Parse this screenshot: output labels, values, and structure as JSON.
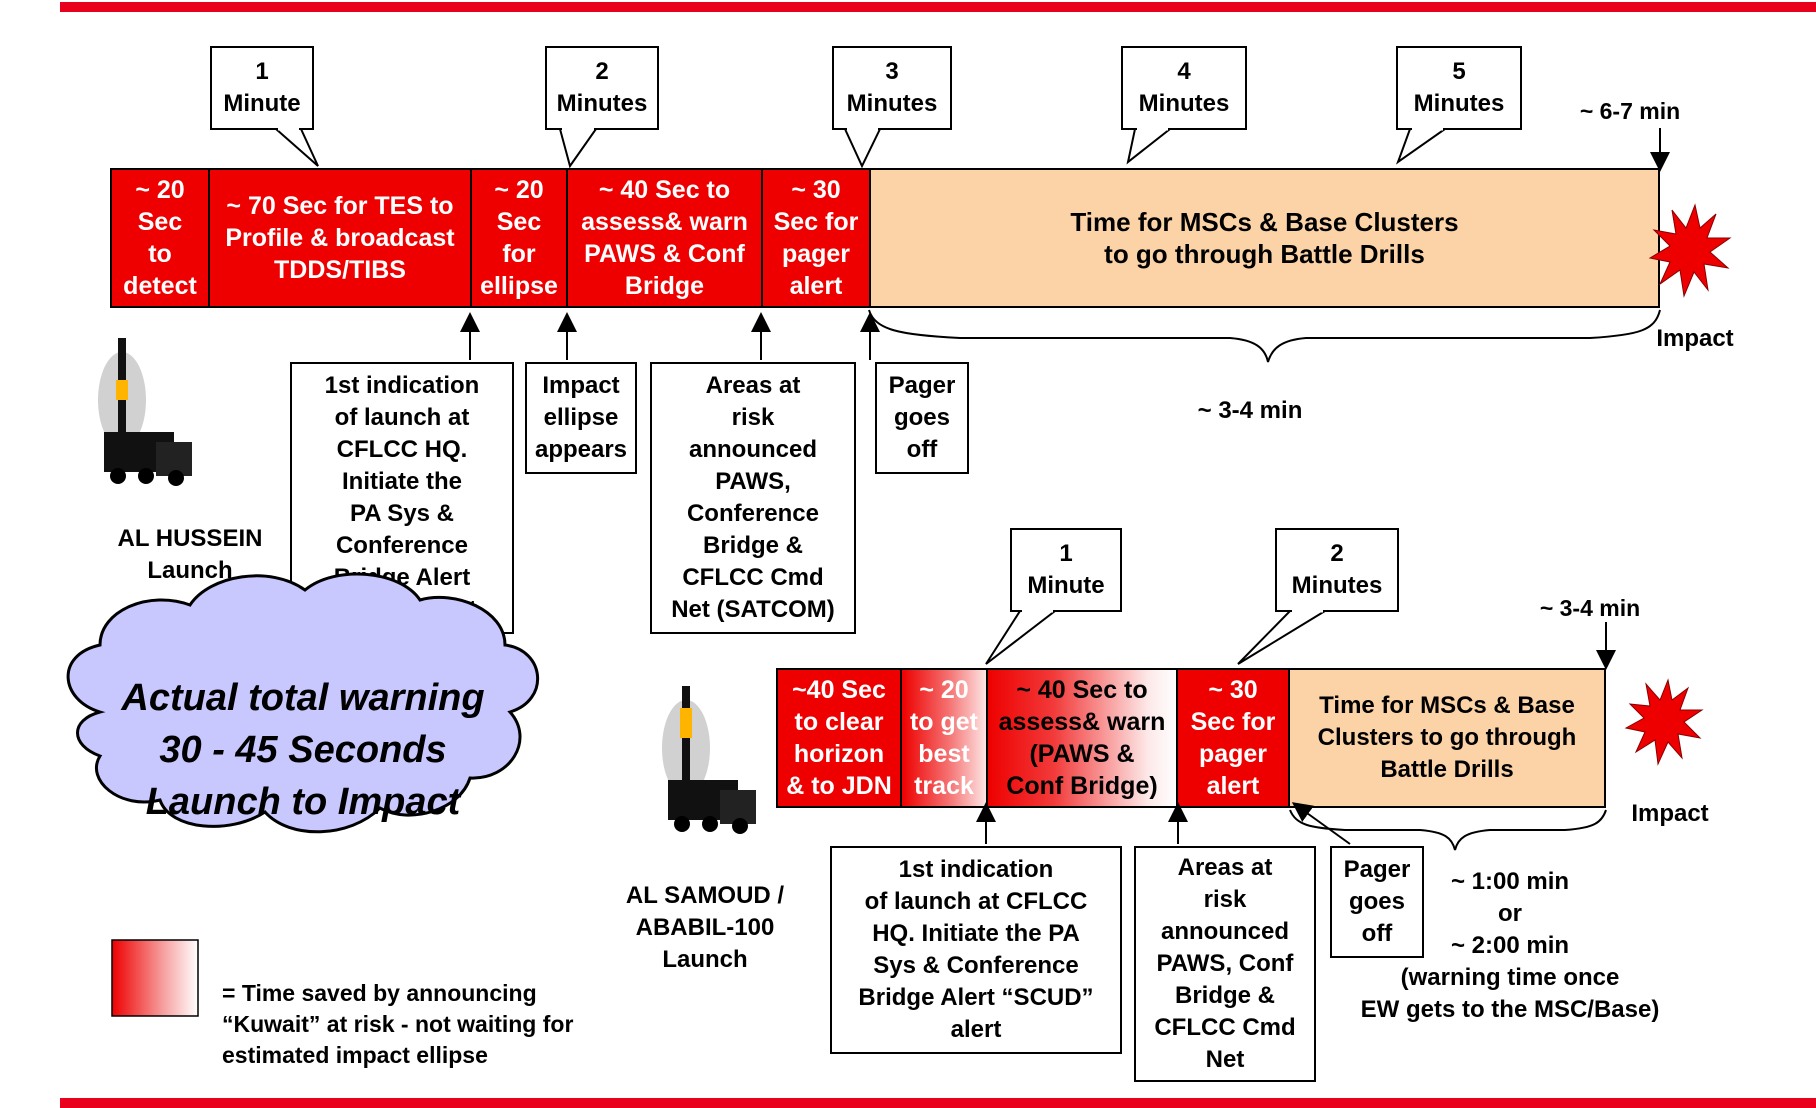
{
  "timeline_top": {
    "segments": [
      "~ 20\nSec\nto\ndetect",
      "~ 70 Sec for TES to\nProfile & broadcast\nTDDS/TIBS",
      "~ 20\nSec\nfor\nellipse",
      "~ 40 Sec to\nassess& warn\nPAWS & Conf\nBridge",
      "~ 30\nSec for\npager\nalert",
      "Time for MSCs & Base Clusters\nto go through Battle Drills"
    ],
    "callouts": [
      "1\nMinute",
      "2\nMinutes",
      "3\nMinutes",
      "4\nMinutes",
      "5\nMinutes"
    ],
    "end_label": "~ 6-7 min",
    "impact_label": "Impact",
    "brace_label": "~ 3-4 min",
    "notes": [
      "1st indication\nof launch at\nCFLCC HQ.\nInitiate the\nPA Sys &\nConference\nBridge Alert\n“SCUD” alert",
      "Impact\nellipse\nappears",
      "Areas at\nrisk\nannounced\nPAWS,\nConference\nBridge &\nCFLCC Cmd\nNet (SATCOM)",
      "Pager\ngoes\noff"
    ],
    "launch_label": "AL HUSSEIN\nLaunch"
  },
  "timeline_bottom": {
    "segments": [
      "~40 Sec\nto clear\nhorizon\n& to JDN",
      "~ 20\nto get\nbest\ntrack",
      "~ 40 Sec to\nassess& warn\n(PAWS &\nConf Bridge)",
      "~ 30\nSec for\npager\nalert",
      "Time for MSCs & Base\nClusters to go through\nBattle Drills"
    ],
    "callouts": [
      "1\nMinute",
      "2\nMinutes"
    ],
    "end_label": "~ 3-4 min",
    "impact_label": "Impact",
    "brace_label": "~ 1:00 min\nor\n~ 2:00 min\n(warning time once\nEW gets to the MSC/Base)",
    "notes": [
      "1st indication\nof launch at CFLCC\nHQ. Initiate the PA\nSys & Conference\nBridge Alert “SCUD”\nalert",
      "Areas at\nrisk\nannounced\nPAWS, Conf\nBridge &\nCFLCC Cmd\nNet",
      "Pager\ngoes\noff"
    ],
    "launch_label": "AL SAMOUD /\nABABIL-100\nLaunch"
  },
  "cloud_text": "Actual total warning\n30 - 45 Seconds\nLaunch to Impact",
  "legend_text": "= Time saved by announcing\n“Kuwait” at risk - not waiting for\nestimated impact ellipse",
  "colors": {
    "rule": "#e8001c",
    "segment_red": "#ee0000",
    "segment_tan": "#fbd3a7",
    "cloud": "#c8c8ff",
    "burst": "#ee0000"
  },
  "icons": [
    "missile-launcher-icon",
    "impact-burst-icon",
    "cloud-shape"
  ]
}
